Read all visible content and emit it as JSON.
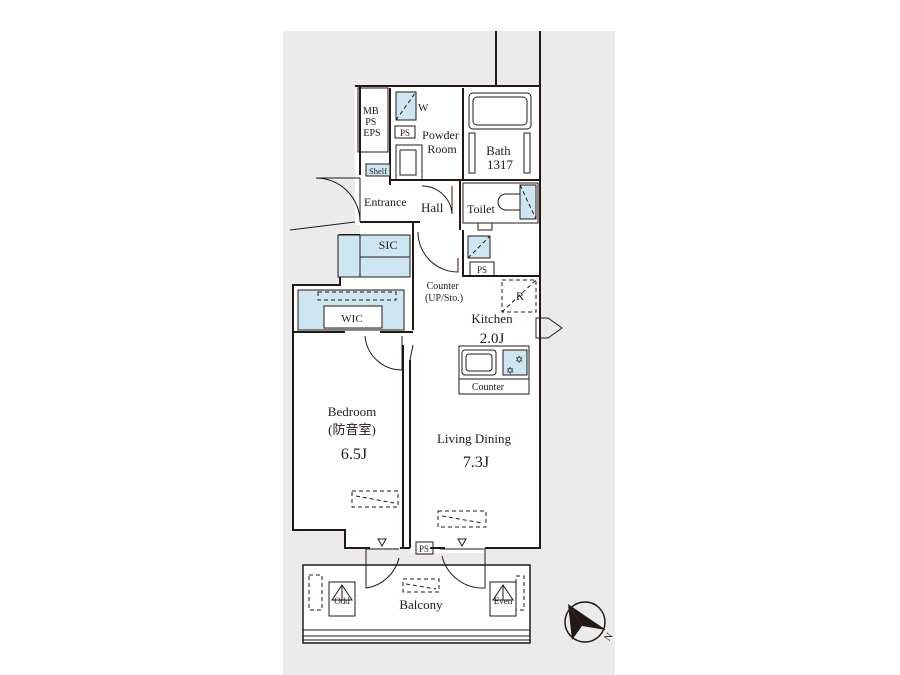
{
  "rooms": {
    "mb_ps_eps": [
      "MB",
      "PS",
      "EPS"
    ],
    "washer": "W",
    "ps_top": "PS",
    "powder_room": [
      "Powder",
      "Room"
    ],
    "bath": [
      "Bath",
      "1317"
    ],
    "shelf": "Shelf",
    "entrance": "Entrance",
    "hall": "Hall",
    "toilet": "Toilet",
    "sic": "SIC",
    "ps_mid": "PS",
    "counter_top": [
      "Counter",
      "(UP/Sto.)"
    ],
    "fridge": "R",
    "kitchen": [
      "Kitchen",
      "2.0J"
    ],
    "wic": "WIC",
    "counter_kitchen": "Counter",
    "bedroom": [
      "Bedroom",
      "(防音室)",
      "6.5J"
    ],
    "living_dining": [
      "Living Dining",
      "7.3J"
    ],
    "ps_bottom": "PS",
    "balcony": "Balcony",
    "odd": "Odd",
    "even": "Even"
  },
  "compass": {
    "label": "N"
  },
  "colors": {
    "background": "#ebebeb",
    "wall": "#231815",
    "wet_area": "#cde6f2"
  }
}
